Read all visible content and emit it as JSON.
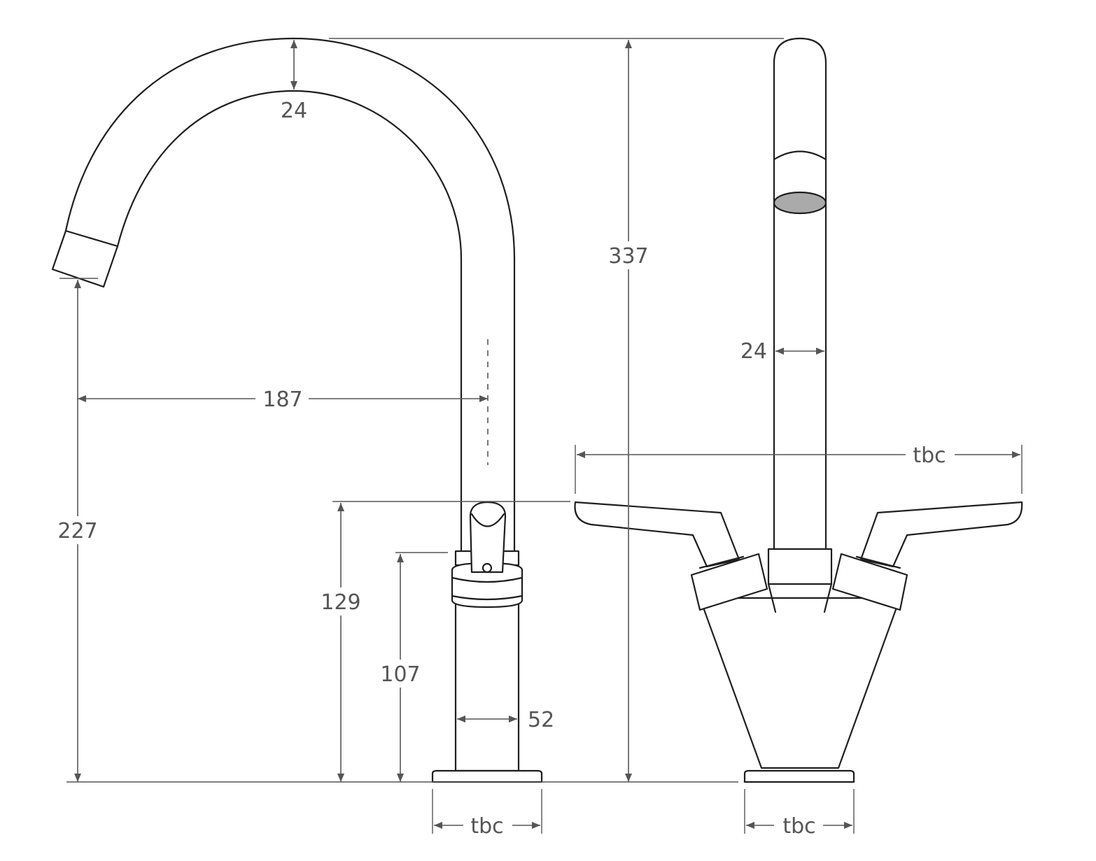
{
  "colors": {
    "line": "#1e1e1e",
    "dimension": "#555555",
    "aerator_fill": "#aaaaaa",
    "background": "#ffffff"
  },
  "dimensions": {
    "spout_tube_thickness": "24",
    "overall_height": "337",
    "tube_width_front": "24",
    "spout_reach": "187",
    "spout_outlet_height": "227",
    "handle_height": "129",
    "body_height": "107",
    "body_width": "52",
    "handle_span": "tbc",
    "base_width_side": "tbc",
    "base_width_front": "tbc"
  }
}
